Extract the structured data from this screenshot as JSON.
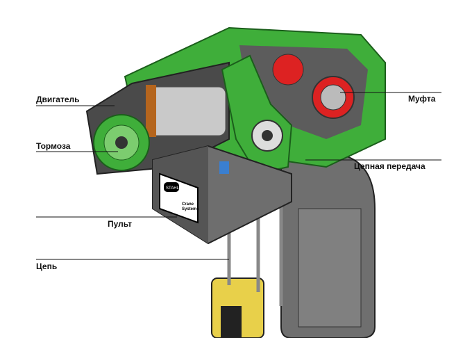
{
  "labels": {
    "motor": "Двигатель",
    "brake": "Тормоза",
    "control": "Пульт",
    "chain": "Цепь",
    "coupling": "Муфта",
    "chain_drive": "Цепная передача"
  },
  "logo": {
    "brand": "Stahl",
    "text": "Crane Systems"
  },
  "colors": {
    "housing_green": "#3fae3a",
    "grey": "#6e6e6e",
    "yellow": "#e8d04a",
    "red": "#d22"
  }
}
